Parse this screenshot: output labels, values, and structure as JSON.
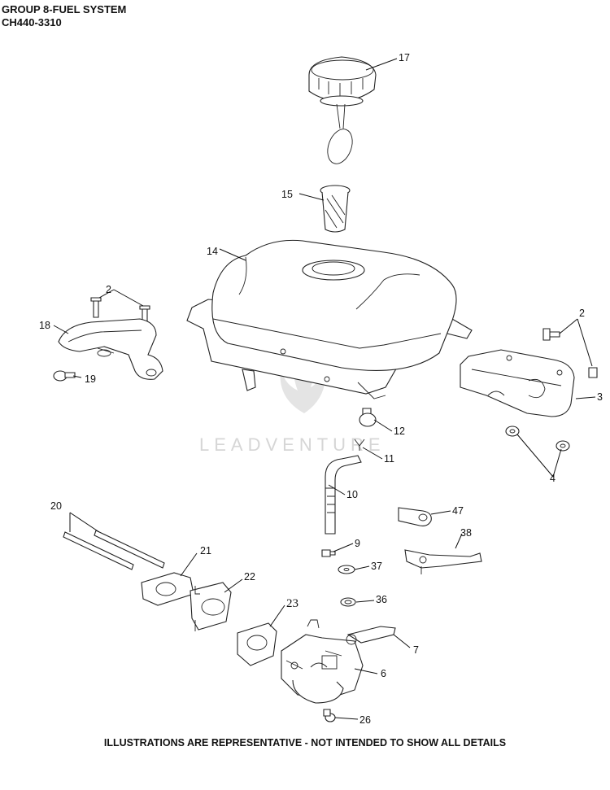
{
  "header": {
    "title": "GROUP 8-FUEL SYSTEM",
    "model": "CH440-3310"
  },
  "footer": {
    "note": "ILLUSTRATIONS ARE REPRESENTATIVE - NOT INTENDED TO SHOW ALL DETAILS"
  },
  "watermark": {
    "text": "LEADVENTURE"
  },
  "callouts": {
    "c17": "17",
    "c15": "15",
    "c14": "14",
    "c2a": "2",
    "c2b": "2",
    "c18": "18",
    "c19": "19",
    "c3": "3",
    "c4": "4",
    "c12": "12",
    "c11": "11",
    "c10": "10",
    "c20": "20",
    "c21": "21",
    "c22": "22",
    "c23": "23",
    "c9": "9",
    "c37": "37",
    "c36": "36",
    "c47": "47",
    "c38": "38",
    "c7": "7",
    "c6": "6",
    "c26": "26"
  }
}
